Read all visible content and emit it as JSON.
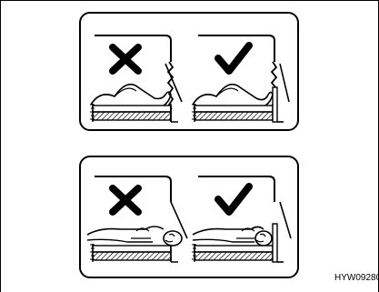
{
  "figure": {
    "code": "HYW09280",
    "colors": {
      "ink": "#000000",
      "paper": "#ffffff"
    },
    "panels": [
      {
        "name": "feet-against-wall",
        "steps": [
          {
            "mark": "cross-icon",
            "correct": false
          },
          {
            "mark": "check-icon",
            "correct": true
          }
        ]
      },
      {
        "name": "head-against-wall",
        "steps": [
          {
            "mark": "cross-icon",
            "correct": false
          },
          {
            "mark": "check-icon",
            "correct": true
          }
        ]
      }
    ]
  }
}
